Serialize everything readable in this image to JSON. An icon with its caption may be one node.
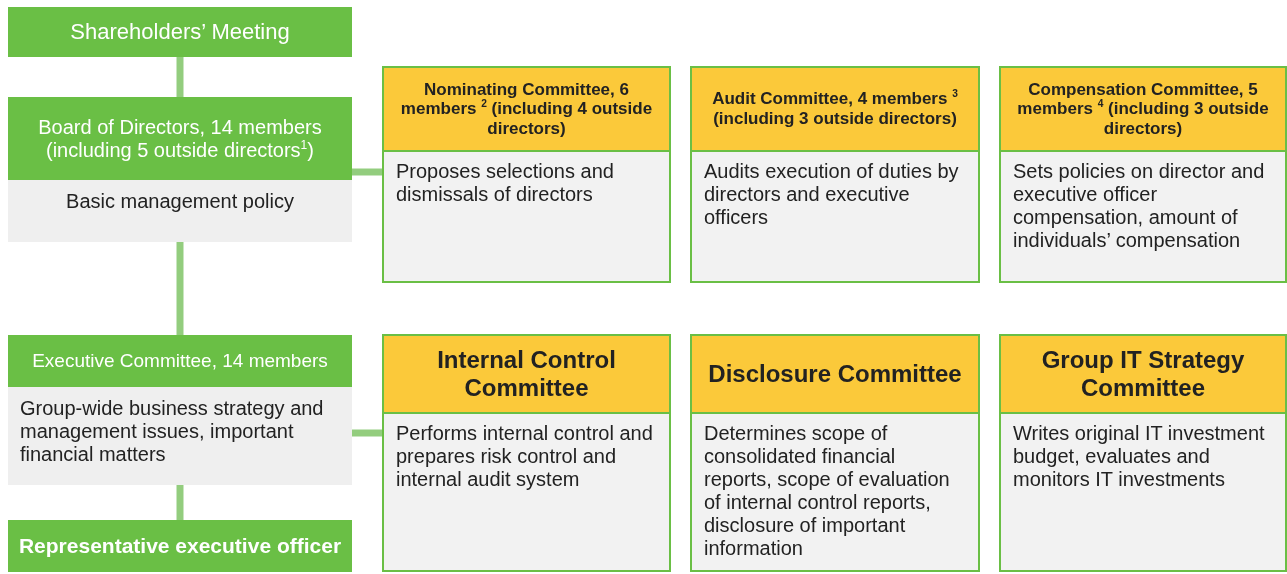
{
  "diagram": {
    "nodes": [
      {
        "text": [
          "Shareholders’ Meeting"
        ]
      },
      {
        "text": [
          "Board of Directors, 14 members (including 5 outside directors$^{1}$)",
          "Basic management policy"
        ]
      },
      {
        "text": [
          "Nominating Committee, 6 members $^{2}$ (including 4 outside directors)",
          "Proposes selections and dismissals of directors"
        ]
      },
      {
        "text": [
          "Audit Committee, 4 members $^{3}$ (including 3 outside directors)",
          "Audits execution of duties by directors and executive officers"
        ]
      },
      {
        "text": [
          "Compensation Committee, 5 members $^{4}$ (including 3 outside directors)",
          "Sets policies on director and executive officer compensation, amount of individuals’ compensation"
        ]
      },
      {
        "text": [
          "Executive Committee, 14 members",
          "Group-wide business strategy and management issues, important financial matters"
        ]
      },
      {
        "text": [
          "Internal Control Committee",
          "Performs internal control and prepares risk control and internal audit system"
        ]
      },
      {
        "text": [
          "Disclosure Committee",
          "Determines scope of consolidated financial reports, scope of evaluation of internal control reports, disclosure of important information"
        ]
      },
      {
        "text": [
          "Group IT Strategy Committee",
          "Writes original IT investment budget, evaluates and monitors IT investments"
        ]
      },
      {
        "text": [
          "Representative executive officer"
        ]
      }
    ],
    "edges": [
      {
        "from": 0,
        "to": 1,
        "arrow": "none"
      },
      {
        "from": 1,
        "to": 2,
        "arrow": "none"
      },
      {
        "from": 1,
        "to": 5,
        "arrow": "none"
      },
      {
        "from": 5,
        "to": 6,
        "arrow": "none"
      },
      {
        "from": 5,
        "to": 9,
        "arrow": "none"
      }
    ]
  }
}
